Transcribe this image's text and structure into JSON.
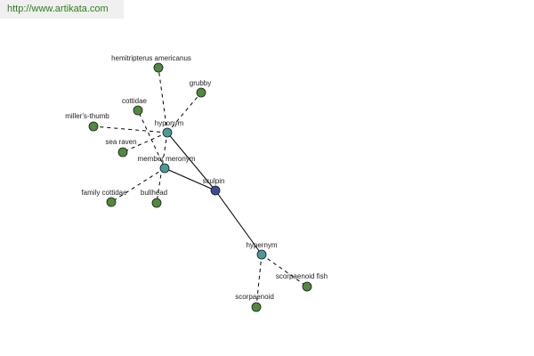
{
  "header": {
    "url": "http://www.artikata.com"
  },
  "colors": {
    "edge": "#000000",
    "leaf_node": "#4f8a3f",
    "relation_node": "#4a9a9a",
    "center_node": "#3a4d96",
    "node_stroke": "#1a1a1a",
    "banner_text": "#2e7d1f"
  },
  "graph": {
    "nodes": [
      {
        "id": "sculpin",
        "label": "sculpin",
        "kind": "center"
      },
      {
        "id": "hyponym",
        "label": "hyponym",
        "kind": "relation"
      },
      {
        "id": "member-meronym",
        "label": "member meronym",
        "kind": "relation"
      },
      {
        "id": "hypernym",
        "label": "hypernym",
        "kind": "relation"
      },
      {
        "id": "hemitripterus-americanus",
        "label": "hemitripterus americanus",
        "kind": "leaf"
      },
      {
        "id": "grubby",
        "label": "grubby",
        "kind": "leaf"
      },
      {
        "id": "cottidae",
        "label": "cottidae",
        "kind": "leaf"
      },
      {
        "id": "millers-thumb",
        "label": "miller's-thumb",
        "kind": "leaf"
      },
      {
        "id": "sea-raven",
        "label": "sea raven",
        "kind": "leaf"
      },
      {
        "id": "family-cottidae",
        "label": "family cottidae",
        "kind": "leaf"
      },
      {
        "id": "bullhead",
        "label": "bullhead",
        "kind": "leaf"
      },
      {
        "id": "scorpaenoid-fish",
        "label": "scorpaenoid fish",
        "kind": "leaf"
      },
      {
        "id": "scorpaenoid",
        "label": "scorpaenoid",
        "kind": "leaf"
      }
    ],
    "edges": [
      {
        "from": "sculpin",
        "to": "hyponym",
        "style": "solid"
      },
      {
        "from": "sculpin",
        "to": "member-meronym",
        "style": "solid"
      },
      {
        "from": "sculpin",
        "to": "hypernym",
        "style": "solid"
      },
      {
        "from": "hyponym",
        "to": "hemitripterus-americanus",
        "style": "dashed"
      },
      {
        "from": "hyponym",
        "to": "grubby",
        "style": "dashed"
      },
      {
        "from": "hyponym",
        "to": "millers-thumb",
        "style": "dashed"
      },
      {
        "from": "hyponym",
        "to": "sea-raven",
        "style": "dashed"
      },
      {
        "from": "hyponym",
        "to": "bullhead",
        "style": "dashed"
      },
      {
        "from": "member-meronym",
        "to": "cottidae",
        "style": "dashed"
      },
      {
        "from": "member-meronym",
        "to": "family-cottidae",
        "style": "dashed"
      },
      {
        "from": "hypernym",
        "to": "scorpaenoid-fish",
        "style": "dashed"
      },
      {
        "from": "hypernym",
        "to": "scorpaenoid",
        "style": "dashed"
      }
    ]
  }
}
